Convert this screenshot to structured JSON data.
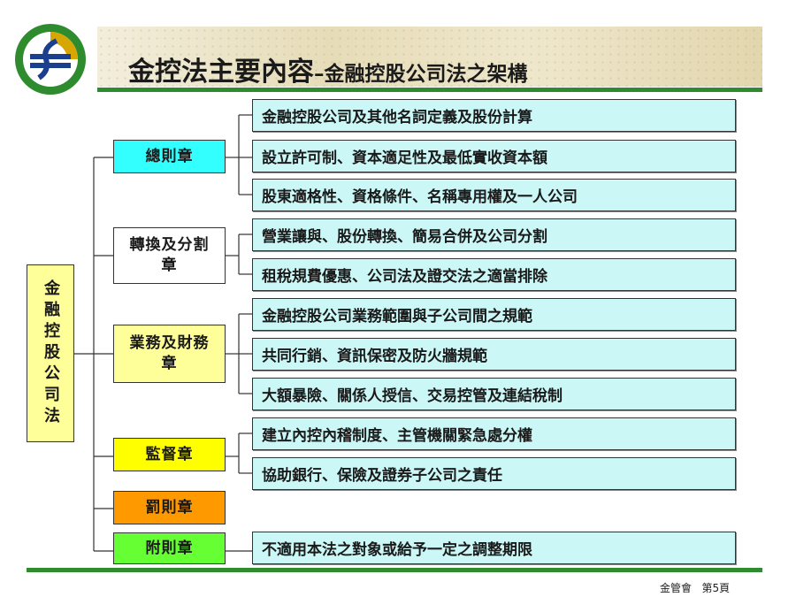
{
  "header": {
    "title_main": "金控法主要內容",
    "title_sub": "–金融控股公司法之架構"
  },
  "colors": {
    "cyan": "#33ffff",
    "yellow": "#ffff99",
    "bright_yellow": "#ffff00",
    "orange": "#ff9900",
    "green": "#66ff33",
    "item_fill": "#ccf7f7",
    "rule": "#2e8b2e"
  },
  "root": {
    "label": "金融控股公司法"
  },
  "chapters": [
    {
      "label": "總則章",
      "color": "#33ffff",
      "items": [
        "金融控股公司及其他名詞定義及股份計算",
        "設立許可制、資本適足性及最低實收資本額",
        "股東適格性、資格條件、名稱專用權及一人公司"
      ]
    },
    {
      "label": "轉換及分割章",
      "color": "#ffffff",
      "items": [
        "營業讓與、股份轉換、簡易合併及公司分割",
        "租稅規費優惠、公司法及證交法之適當排除"
      ]
    },
    {
      "label": "業務及財務章",
      "color": "#ffff99",
      "items": [
        "金融控股公司業務範圍與子公司間之規範",
        "共同行銷、資訊保密及防火牆規範",
        "大額暴險、關係人授信、交易控管及連結稅制"
      ]
    },
    {
      "label": "監督章",
      "color": "#ffff00",
      "items": [
        "建立內控內稽制度、主管機關緊急處分權",
        "協助銀行、保險及證券子公司之責任"
      ]
    },
    {
      "label": "罰則章",
      "color": "#ff9900",
      "items": []
    },
    {
      "label": "附則章",
      "color": "#66ff33",
      "items": [
        "不適用本法之對象或給予一定之調整期限"
      ]
    }
  ],
  "footer": {
    "org": "金管會",
    "page": "第5頁"
  }
}
